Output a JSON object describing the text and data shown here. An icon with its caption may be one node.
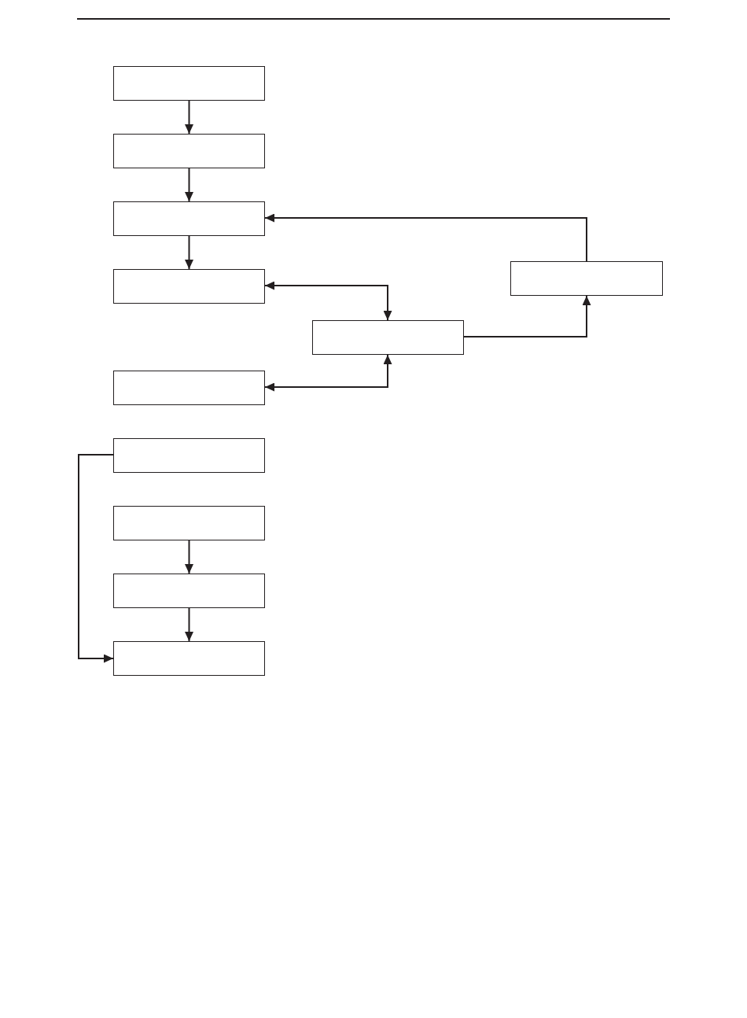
{
  "diagram": {
    "nodes": [
      {
        "text": [],
        "shape": "box"
      },
      {
        "text": [],
        "shape": "box"
      },
      {
        "text": [],
        "shape": "box"
      },
      {
        "text": [],
        "shape": "box"
      },
      {
        "text": [],
        "shape": "box"
      },
      {
        "text": [],
        "shape": "box"
      },
      {
        "text": [],
        "shape": "box"
      },
      {
        "text": [],
        "shape": "box"
      },
      {
        "text": [],
        "shape": "box"
      },
      {
        "text": [],
        "shape": "box"
      },
      {
        "text": [],
        "shape": "box"
      }
    ],
    "edges": [
      {
        "from": 0,
        "to": 1,
        "arrow": "to"
      },
      {
        "from": 1,
        "to": 2,
        "arrow": "to"
      },
      {
        "from": 2,
        "to": 4,
        "arrow": "to"
      },
      {
        "from": 3,
        "to": 2,
        "arrow": "to"
      },
      {
        "from": 4,
        "to": 5,
        "arrow": "both"
      },
      {
        "from": 5,
        "to": 6,
        "arrow": "both"
      },
      {
        "from": 5,
        "to": 3,
        "arrow": "to"
      },
      {
        "from": 7,
        "to": 10,
        "arrow": "to"
      },
      {
        "from": 8,
        "to": 9,
        "arrow": "to"
      },
      {
        "from": 9,
        "to": 10,
        "arrow": "to"
      }
    ]
  }
}
